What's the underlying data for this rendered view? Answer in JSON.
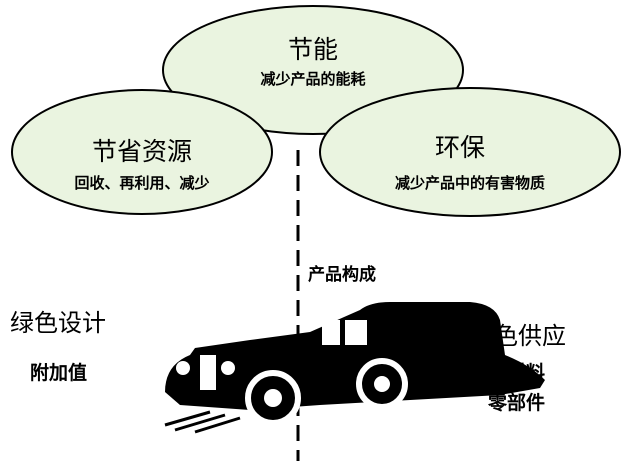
{
  "colors": {
    "ellipse_fill": "#eaf4e0",
    "stroke": "#000000"
  },
  "top": {
    "title": "节能",
    "subtitle": "减少产品的能耗"
  },
  "left": {
    "title": "节省资源",
    "subtitle": "回收、再利用、减少"
  },
  "right": {
    "title": "环保",
    "subtitle": "减少产品中的有害物质"
  },
  "center_label": "产品构成",
  "green_design": {
    "title": "绿色设计",
    "items": [
      "附加值"
    ]
  },
  "green_supply": {
    "title": "绿色供应",
    "items": [
      "原材料",
      "零部件"
    ]
  },
  "icons": {
    "car": "car-icon"
  }
}
